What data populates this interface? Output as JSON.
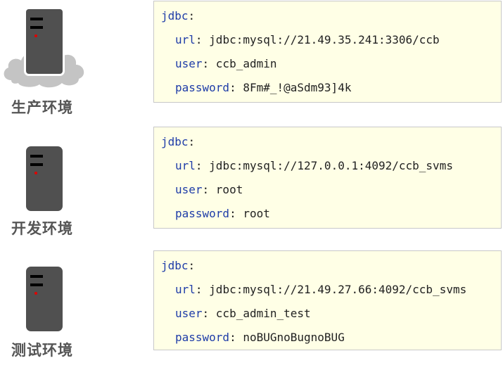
{
  "environments": [
    {
      "label": "生产环境",
      "config": {
        "root": "jdbc",
        "url_key": "url",
        "url": "jdbc:mysql://21.49.35.241:3306/ccb",
        "user_key": "user",
        "user": "ccb_admin",
        "password_key": "password",
        "password": "8Fm#_!@aSdm93]4k"
      },
      "icon": "server-in-cloud-icon"
    },
    {
      "label": "开发环境",
      "config": {
        "root": "jdbc",
        "url_key": "url",
        "url": "jdbc:mysql://127.0.0.1:4092/ccb_svms",
        "user_key": "user",
        "user": "root",
        "password_key": "password",
        "password": "root"
      },
      "icon": "server-icon"
    },
    {
      "label": "测试环境",
      "config": {
        "root": "jdbc",
        "url_key": "url",
        "url": "jdbc:mysql://21.49.27.66:4092/ccb_svms",
        "user_key": "user",
        "user": "ccb_admin_test",
        "password_key": "password",
        "password": "noBUGnoBugnoBUG"
      },
      "icon": "server-icon"
    }
  ],
  "colors": {
    "key": "#1e3ca8",
    "code_background": "#ffffe6",
    "server": "#505050",
    "led": "#e00000",
    "cloud": "#c4c4c4"
  }
}
